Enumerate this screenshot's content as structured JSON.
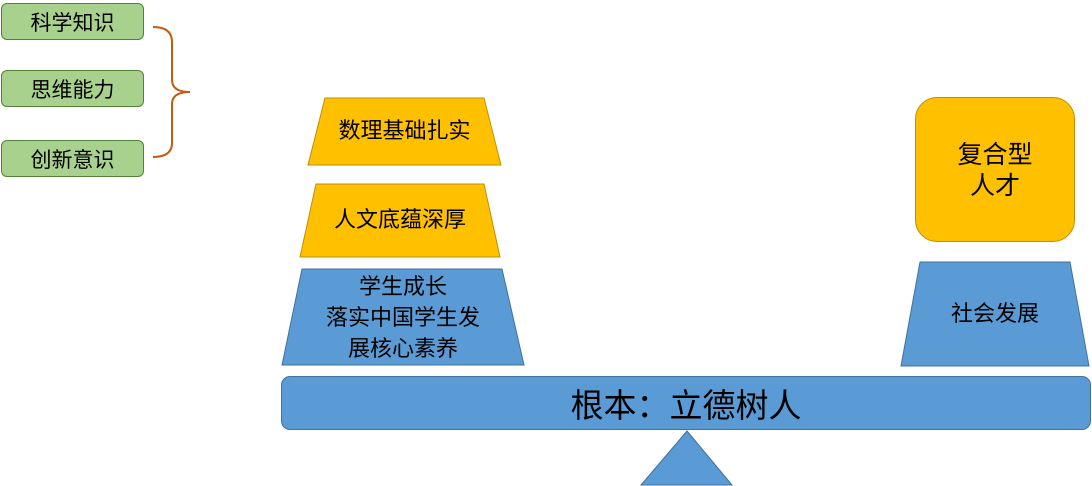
{
  "left_group": {
    "items": [
      "科学知识",
      "思维能力",
      "创新意识"
    ]
  },
  "left_stack": {
    "top": "数理基础扎实",
    "middle": "人文底蕴深厚",
    "bottom_lines": [
      "学生成长",
      "落实中国学生发",
      "展核心素养"
    ]
  },
  "right_stack": {
    "talent_lines": [
      "复合型",
      "人才"
    ],
    "base": "社会发展"
  },
  "beam": {
    "label": "根本：立德树人"
  },
  "colors": {
    "green_fill": "#a9d18e",
    "orange_fill": "#ffc000",
    "blue_fill": "#5b9bd5",
    "bracket": "#c55a11"
  }
}
